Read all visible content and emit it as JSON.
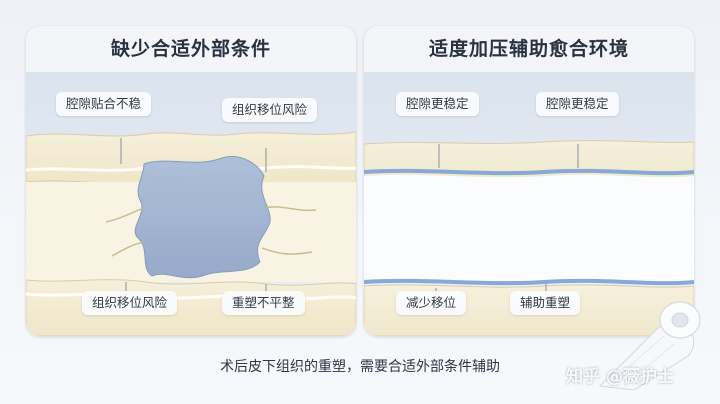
{
  "left_panel": {
    "title": "缺少合适外部条件",
    "labels": {
      "top_left": "腔隙贴合不稳",
      "top_right": "组织移位风险",
      "bottom_left": "组织移位风险",
      "bottom_right": "重塑不平整"
    }
  },
  "right_panel": {
    "title": "适度加压辅助愈合环境",
    "labels": {
      "top_left": "腔隙更稳定",
      "top_right": "腔隙更稳定",
      "bottom_left": "减少移位",
      "bottom_right": "辅助重塑"
    }
  },
  "caption": "术后皮下组织的重塑，需要合适外部条件辅助",
  "watermark": "知乎 @薇护士",
  "colors": {
    "skin": "#f4ecd4",
    "tissue_blue": "#9fb3d3",
    "band_blue": "#86a9d8",
    "panel_bg": "#f3f5f9"
  }
}
